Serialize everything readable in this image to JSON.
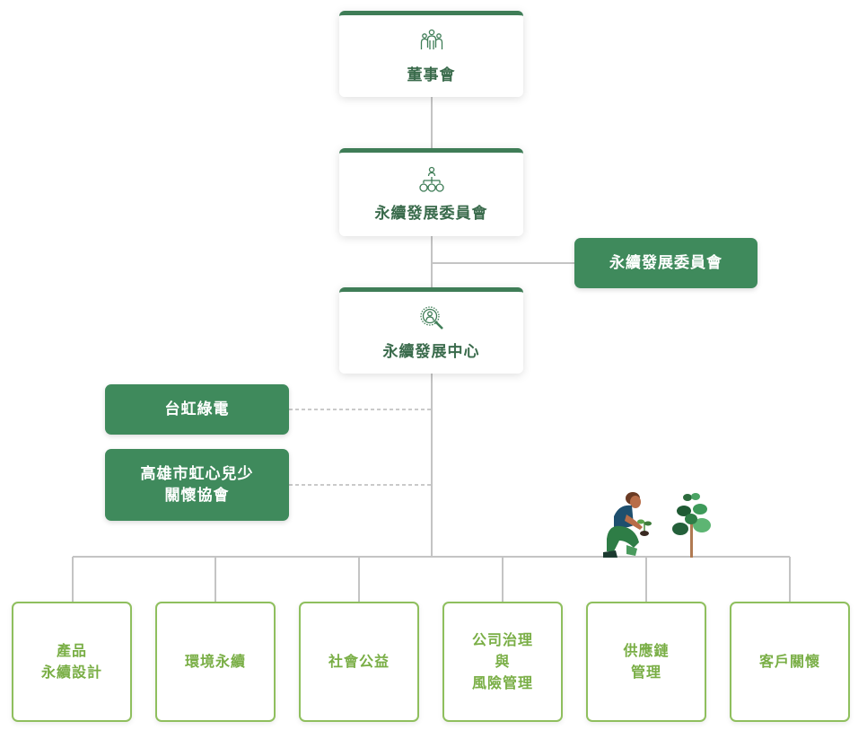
{
  "board": {
    "label": "董事會",
    "icon": "board-people-icon"
  },
  "committee": {
    "label": "永續發展委員會",
    "icon": "org-hierarchy-icon"
  },
  "center": {
    "label": "永續發展中心",
    "icon": "search-person-icon"
  },
  "side_committee": {
    "label": "永續發展委員會"
  },
  "affiliates": [
    {
      "label": "台虹綠電"
    },
    {
      "label": "高雄市虹心兒少\n關懷協會"
    }
  ],
  "departments": [
    {
      "label": "產品\n永續設計"
    },
    {
      "label": "環境永續"
    },
    {
      "label": "社會公益"
    },
    {
      "label": "公司治理\n與\n風險管理"
    },
    {
      "label": "供應鏈\n管理"
    },
    {
      "label": "客戶關懷"
    }
  ],
  "colors": {
    "dark_green": "#3f7d57",
    "box_green": "#3f8a5c",
    "light_green": "#8fbf5e",
    "line_gray": "#c4c4c4"
  },
  "illustration": {
    "icon": "person-planting-tree-icon"
  }
}
